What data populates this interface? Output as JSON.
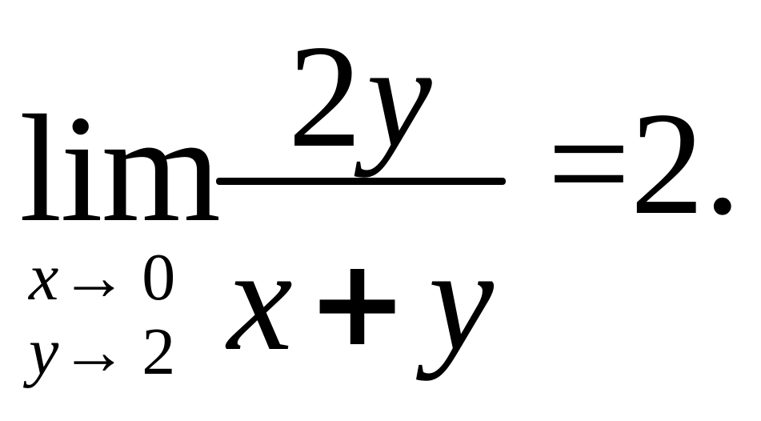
{
  "formula": {
    "operator": "lim",
    "conditions": [
      {
        "variable": "x",
        "arrow": "→",
        "value": "0"
      },
      {
        "variable": "y",
        "arrow": "→",
        "value": "2"
      }
    ],
    "numerator": {
      "coefficient": "2",
      "variable": "y"
    },
    "denominator": {
      "left": "x",
      "op": "+",
      "right": "y"
    },
    "equals": "=",
    "result": "2."
  }
}
